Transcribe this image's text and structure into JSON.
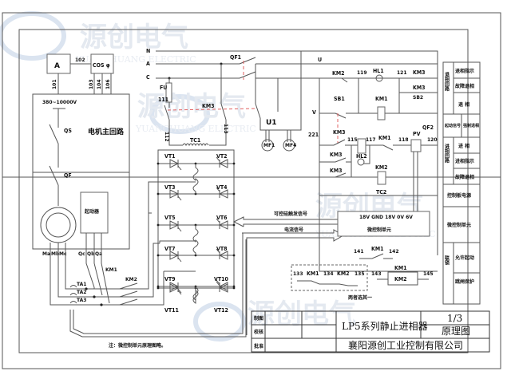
{
  "watermark": {
    "cn": "源创电气",
    "en": "YUANCHUANG ELECTRIC",
    "colors": {
      "blue": "#c8d6ea",
      "red": "#f0b0b0"
    }
  },
  "meters": {
    "ammeter": "A",
    "power_factor": "COS φ",
    "wire_102": "102",
    "wire_101": "101",
    "wire_103": "103",
    "wire_104": "104",
    "wire_106": "106"
  },
  "motor_circuit": {
    "voltage": "380~10000V",
    "title": "电机主回路",
    "qs": "QS",
    "qf": "QF",
    "starter": "起动器",
    "motor_terminals": [
      "Ma",
      "Mb",
      "Mc"
    ],
    "starter_terminals": [
      "Qc",
      "Qb",
      "Qa"
    ],
    "km1": "KM1",
    "km2": "KM2",
    "ta": [
      "TA1",
      "TA2",
      "TA3"
    ]
  },
  "supply": {
    "phases": [
      "N",
      "A",
      "C"
    ],
    "qf1": "QF1",
    "fu": "FU",
    "w111": "111",
    "w112": "112",
    "w113": "113",
    "km3": "KM3",
    "tc1": "TC1",
    "u1": "U1",
    "mf": [
      "MF1",
      "MF4"
    ]
  },
  "thyristors": [
    "VT1",
    "VT2",
    "VT3",
    "VT4",
    "VT5",
    "VT6",
    "VT7",
    "VT8",
    "VT9",
    "VT10",
    "VT11",
    "VT12"
  ],
  "signals": {
    "trigger": "可控硅触发信号",
    "current": "电流信号"
  },
  "control": {
    "u": "U",
    "v": "V",
    "w221": "221",
    "km2": "KM2",
    "w119": "119",
    "hl1": "HL1",
    "w121": "121",
    "km3a": "KM3",
    "km3b": "KM3",
    "sb1": "SB1",
    "km1_coil": "KM1",
    "sb2": "SB2",
    "km3_coil": "KM3",
    "w115": "115",
    "w117": "117",
    "km1": "KM1",
    "w118": "118",
    "pv": "PV",
    "qf2": "QF2",
    "w120": "120",
    "hl2": "HL2",
    "km3c": "KM3",
    "km3d": "KM3",
    "km2_coil": "KM2",
    "tc2": "TC2",
    "mcu_pins": "18V GND 18V 0V 6V",
    "mcu": "微控制单元"
  },
  "interlock": {
    "w141": "141",
    "km1": "KM1",
    "w142": "142",
    "w133": "133",
    "km1b": "KM1",
    "w134": "134",
    "km2b": "KM2",
    "w135": "135",
    "w143": "143",
    "km1c": "KM1",
    "km2c": "KM2",
    "w145": "145",
    "choose": "两者选其一"
  },
  "legend": {
    "exit_group": "退相回路",
    "exit_items": [
      "退相指示",
      "故障退相",
      "退  相"
    ],
    "start_signal": "起动信号",
    "force_exit": "强制退相",
    "enter_group": "进相回路",
    "enter_items": [
      "进  相",
      "进相指示",
      "故障退相"
    ],
    "ctrl_power": "控制板电源",
    "mcu": "微控制单元",
    "link_group": "联锁",
    "link_items": [
      "允许起动",
      "跳闸保护"
    ]
  },
  "note": "注：微控制单元原理图略。",
  "title_block": {
    "rows": [
      "制图",
      "校核",
      "批准"
    ],
    "product": "LP5系列静止进相器",
    "sheet": "1/3",
    "type": "原理图",
    "company": "襄阳源创工业控制有限公司"
  }
}
